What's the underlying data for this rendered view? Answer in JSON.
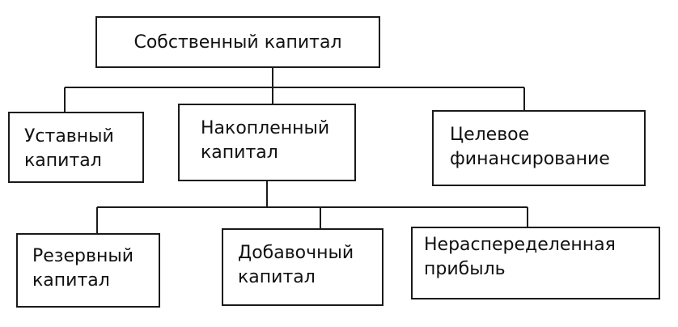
{
  "diagram": {
    "root": {
      "line1": "Собственный капитал"
    },
    "level1": {
      "charter": {
        "line1": "Уставный",
        "line2": "капитал"
      },
      "accumulated": {
        "line1": "Накопленный",
        "line2": "капитал"
      },
      "targeted": {
        "line1": "Целевое",
        "line2": "финансирование"
      }
    },
    "level2": {
      "reserve": {
        "line1": "Резервный",
        "line2": "капитал"
      },
      "additional": {
        "line1": "Добавочный",
        "line2": "капитал"
      },
      "retained": {
        "line1": "Нераспеределенная",
        "line2": "прибыль"
      }
    }
  }
}
